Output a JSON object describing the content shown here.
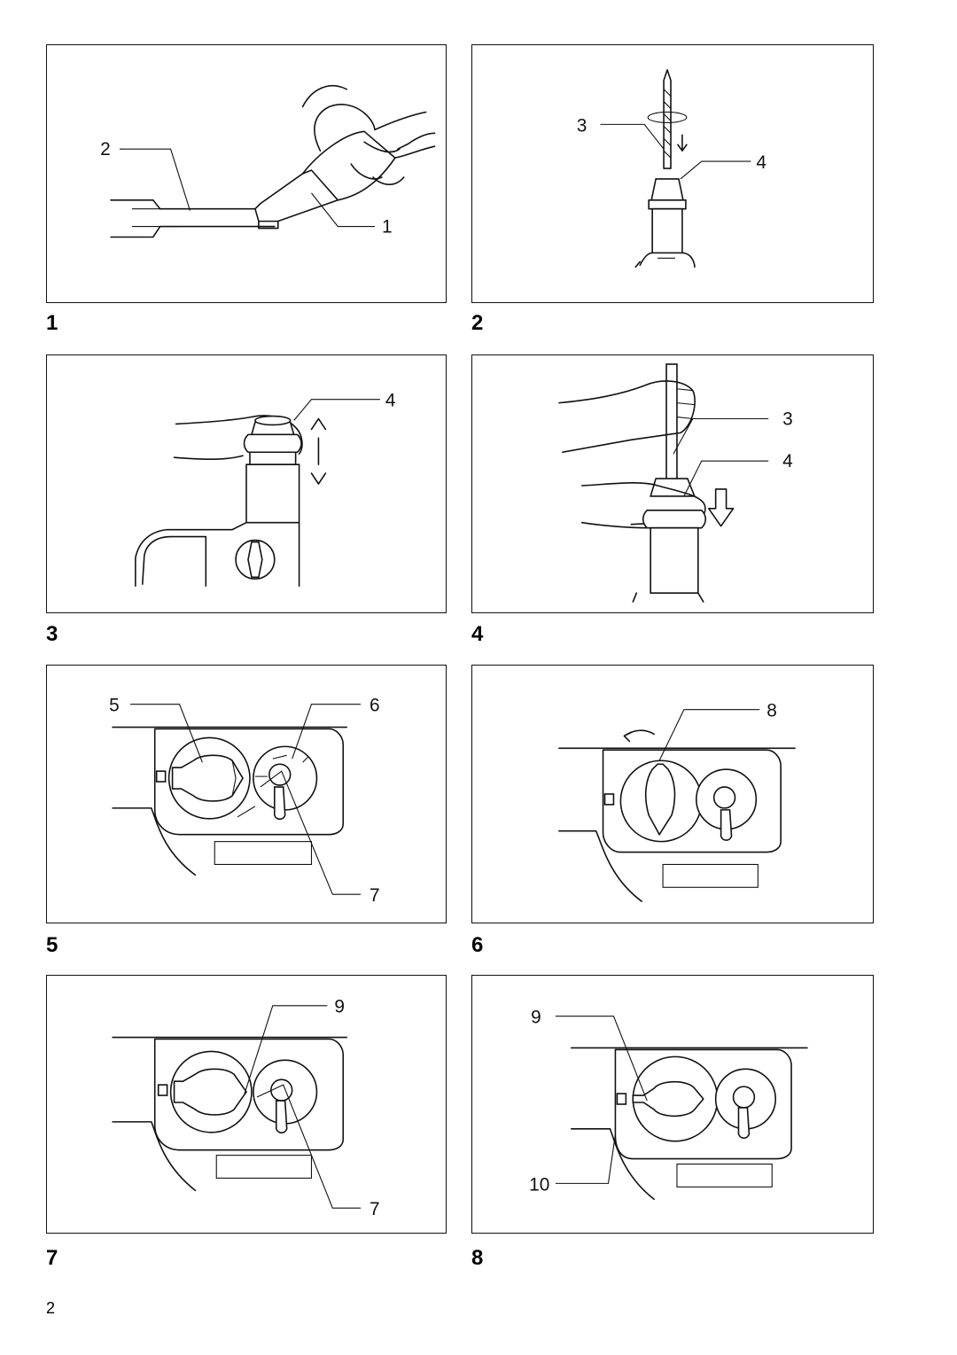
{
  "figures": [
    {
      "number": "1",
      "callouts": [
        "2",
        "1"
      ]
    },
    {
      "number": "2",
      "callouts": [
        "3",
        "4"
      ]
    },
    {
      "number": "3",
      "callouts": [
        "4"
      ]
    },
    {
      "number": "4",
      "callouts": [
        "3",
        "4"
      ]
    },
    {
      "number": "5",
      "callouts": [
        "5",
        "6",
        "7"
      ]
    },
    {
      "number": "6",
      "callouts": [
        "8"
      ]
    },
    {
      "number": "7",
      "callouts": [
        "9",
        "7"
      ]
    },
    {
      "number": "8",
      "callouts": [
        "9",
        "10"
      ]
    }
  ],
  "page_number": "2"
}
